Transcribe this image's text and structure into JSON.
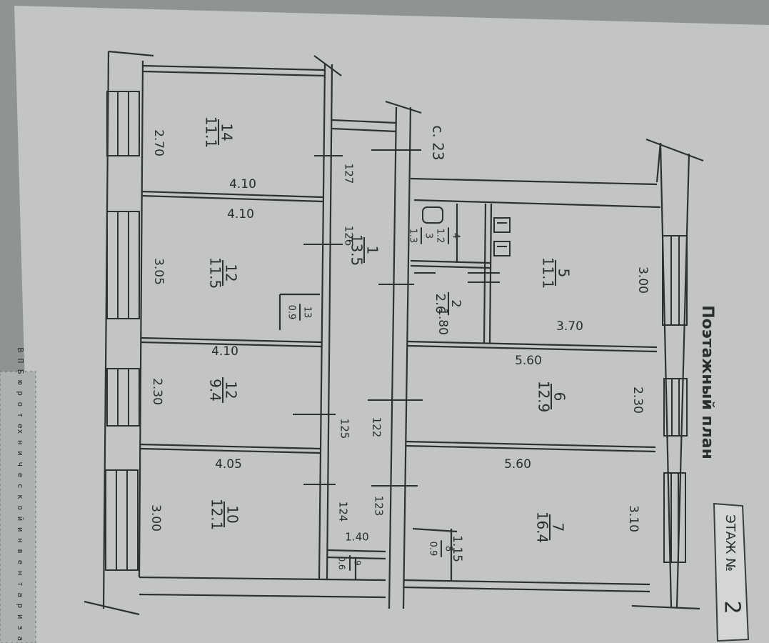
{
  "plan": {
    "title": "Поэтажный план",
    "floor_stamp_label": "ЭТАЖ №",
    "floor_stamp_number": "2",
    "side_stamp": "В П Б ю р о т ех н и ч е с к о й и н в е н т а р и з а ц и и",
    "stair_mark": "с. 23"
  },
  "rooms": [
    {
      "id": "14",
      "area": "11.1",
      "width": "2.70",
      "length": "4.10"
    },
    {
      "id": "12",
      "area": "11.5",
      "width": "3.05",
      "length": "4.10"
    },
    {
      "id": "13",
      "area": "0.9"
    },
    {
      "id": "12",
      "area": "9.4",
      "width": "2.30",
      "length": "4.10"
    },
    {
      "id": "10",
      "area": "12.1",
      "width": "3.00",
      "length": "4.05"
    },
    {
      "id": "1",
      "area": "13.5"
    },
    {
      "id": "9",
      "area": "0.6",
      "width": "1.40"
    },
    {
      "id": "4",
      "area": "1.2"
    },
    {
      "id": "3",
      "area": "1.3"
    },
    {
      "id": "2",
      "area": "2.6",
      "width": "1.80"
    },
    {
      "id": "5",
      "area": "11.1",
      "width": "3.00",
      "length": "3.70"
    },
    {
      "id": "6",
      "area": "12.9",
      "width": "2.30",
      "length": "5.60"
    },
    {
      "id": "7",
      "area": "16.4",
      "width": "3.10",
      "length": "5.60"
    },
    {
      "id": "8",
      "area": "0.9",
      "width": "1.15"
    }
  ],
  "heights": [
    "127",
    "126",
    "125",
    "124",
    "122",
    "123"
  ],
  "colors": {
    "paper": "#c2c5c1",
    "ink": "#2b2e2e",
    "background": "#8e9493"
  }
}
